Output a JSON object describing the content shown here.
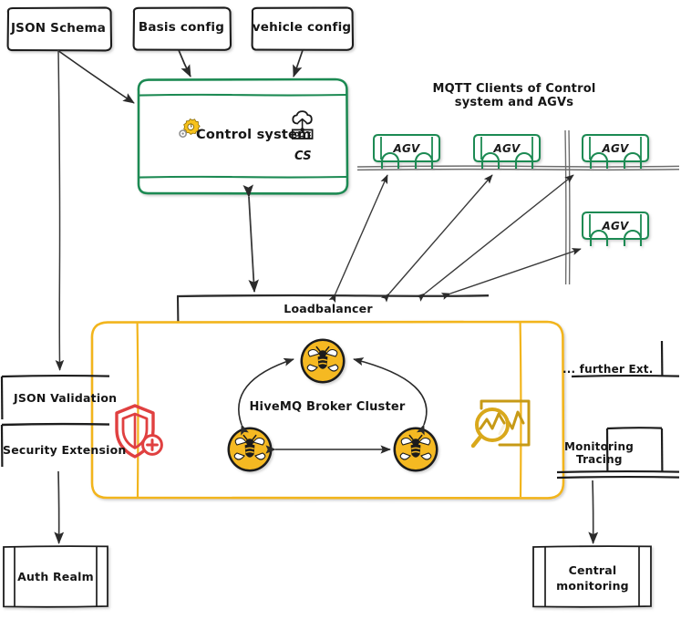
{
  "diagram": {
    "title_note": "MQTT Clients of Control system and AGVs",
    "colors": {
      "green": "#1f8a53",
      "yellow": "#F2B51F",
      "bee_gold": "#F5B922",
      "red": "#E04040",
      "olive": "#C79A16",
      "stroke": "#2b2b2b"
    }
  },
  "inputs": {
    "json_schema": "JSON Schema",
    "basis_config": "Basis config",
    "vehicle_config": "vehicle config"
  },
  "control_system": {
    "label": "Control system",
    "tag": "CS",
    "gear_icon": "gear-icon",
    "cloud_icon": "cloud-server-icon"
  },
  "agvs": [
    {
      "label": "AGV"
    },
    {
      "label": "AGV"
    },
    {
      "label": "AGV"
    },
    {
      "label": "AGV"
    }
  ],
  "loadbalancer": {
    "label": "Loadbalancer"
  },
  "cluster": {
    "label": "HiveMQ Broker Cluster",
    "nodes": [
      {
        "name": "broker-node-top",
        "icon": "bee-icon"
      },
      {
        "name": "broker-node-left",
        "icon": "bee-icon"
      },
      {
        "name": "broker-node-right",
        "icon": "bee-icon"
      }
    ]
  },
  "extensions": {
    "left": [
      {
        "label": "JSON Validation",
        "name": "json-validation"
      },
      {
        "label": "Security Extension",
        "name": "security-extension"
      }
    ],
    "right": [
      {
        "label": "... further Ext.",
        "name": "further-extensions"
      },
      {
        "label": "Monitoring",
        "label2": "Tracing",
        "name": "monitoring-tracing"
      }
    ],
    "shield_icon": "security-shield-icon",
    "monitoring_icon": "monitoring-chart-icon"
  },
  "outputs": {
    "auth_realm": "Auth Realm",
    "central_monitoring_line1": "Central",
    "central_monitoring_line2": "monitoring"
  }
}
